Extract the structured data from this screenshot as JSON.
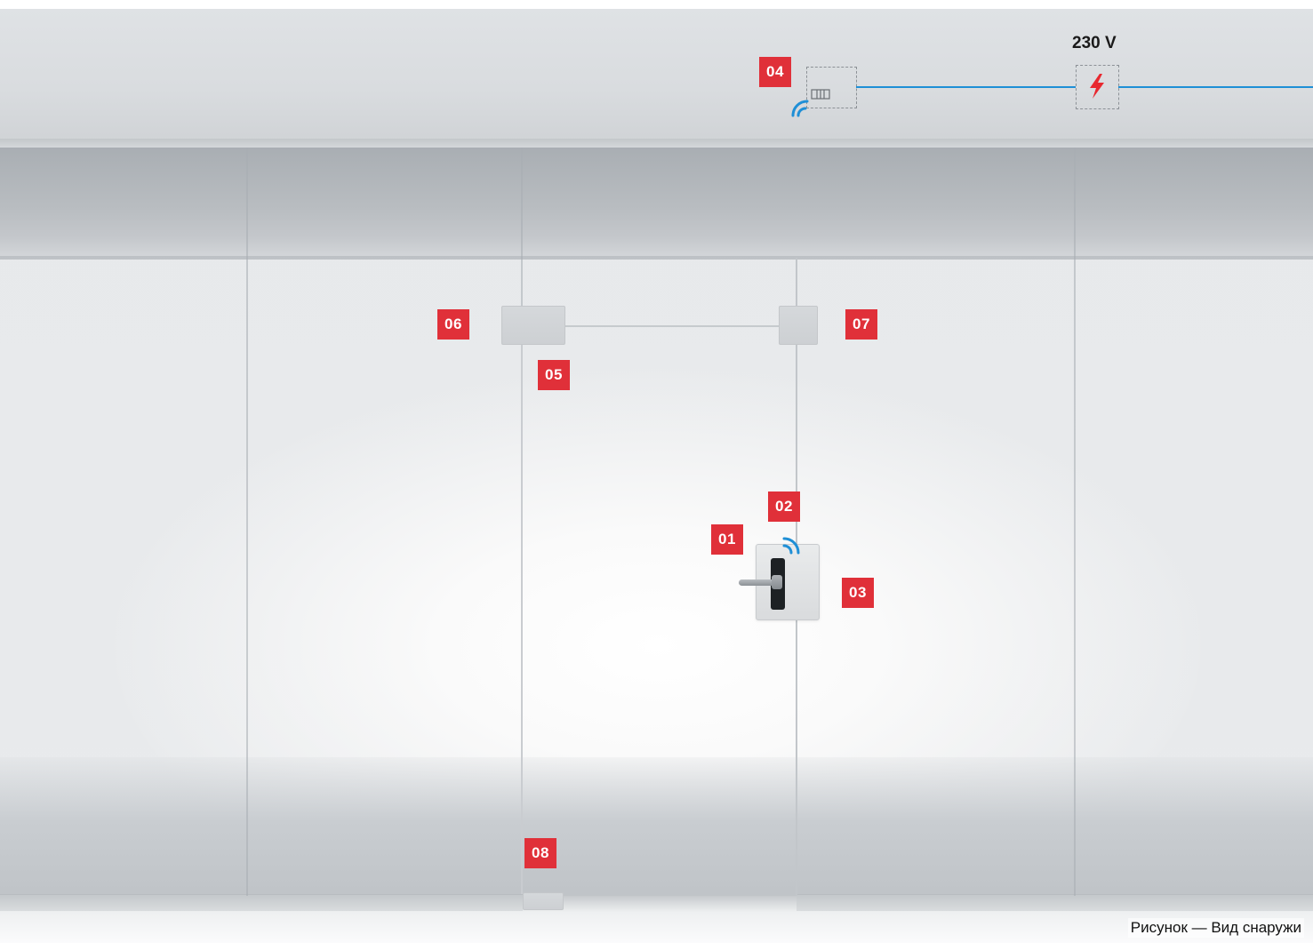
{
  "badges": {
    "b01": "01",
    "b02": "02",
    "b03": "03",
    "b04": "04",
    "b05": "05",
    "b06": "06",
    "b07": "07",
    "b08": "08"
  },
  "power": {
    "voltage_label": "230 V",
    "icon": "lightning-bolt-icon"
  },
  "gateway": {
    "icon": "gateway-device-icon",
    "signal_icon": "wireless-signal-icon"
  },
  "lock": {
    "signal_icon": "wireless-signal-icon"
  },
  "caption": "Рисунок — Вид снаружи",
  "colors": {
    "badge": "#e03039",
    "wire": "#1f8fd6",
    "bolt": "#e8282f",
    "signal": "#1f8fd6"
  }
}
